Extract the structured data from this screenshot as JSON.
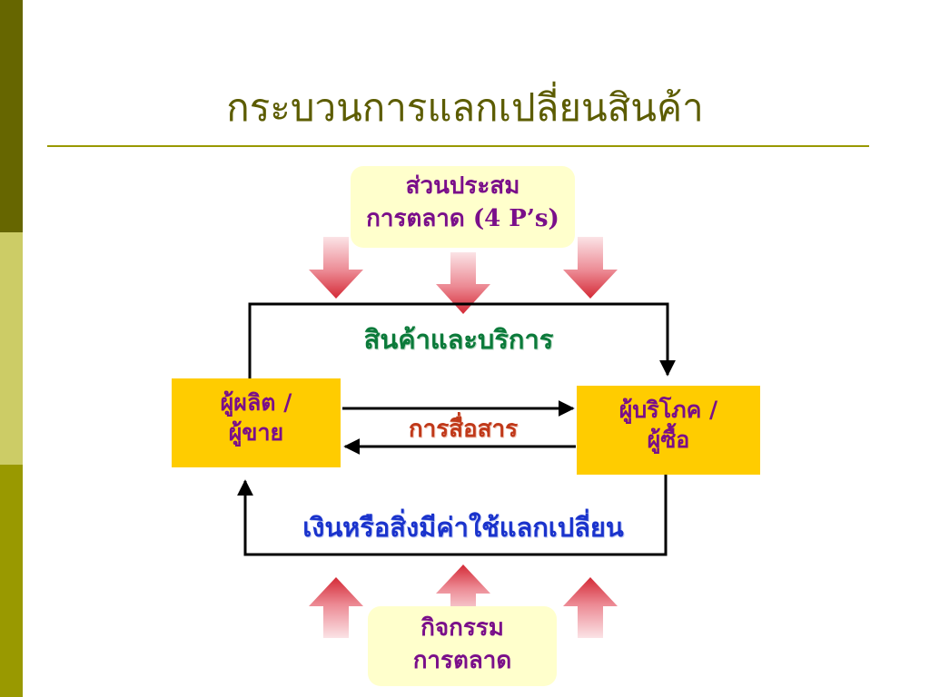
{
  "slide": {
    "title": "กระบวนการแลกเปลี่ยนสินค้า"
  },
  "marketing_mix": {
    "line1": "ส่วนประสม",
    "line2": "การตลาด (4 P’s)"
  },
  "marketing_activities": {
    "line1": "กิจกรรม",
    "line2": "การตลาด"
  },
  "producer": {
    "line1": "ผู้ผลิต /",
    "line2": "ผู้ขาย"
  },
  "consumer": {
    "line1": "ผู้บริโภค /",
    "line2": "ผู้ซื้อ"
  },
  "flows": {
    "goods_services": "สินค้าและบริการ",
    "communication": "การสื่อสาร",
    "money_exchange": "เงินหรือสิ่งมีค่าใช้แลกเปลี่ยน"
  },
  "colors": {
    "sidebar_dark": "#666600",
    "sidebar_light": "#cccc66",
    "sidebar_mid": "#999900",
    "title": "#5c5c00",
    "party_fill": "#ffcc00",
    "note_fill": "#ffffcc",
    "party_text": "#7a0f8a",
    "goods_text": "#0b7a3a",
    "communication_text": "#c0391a",
    "money_text": "#1a33cc",
    "arrow_red": "#d9303a"
  }
}
